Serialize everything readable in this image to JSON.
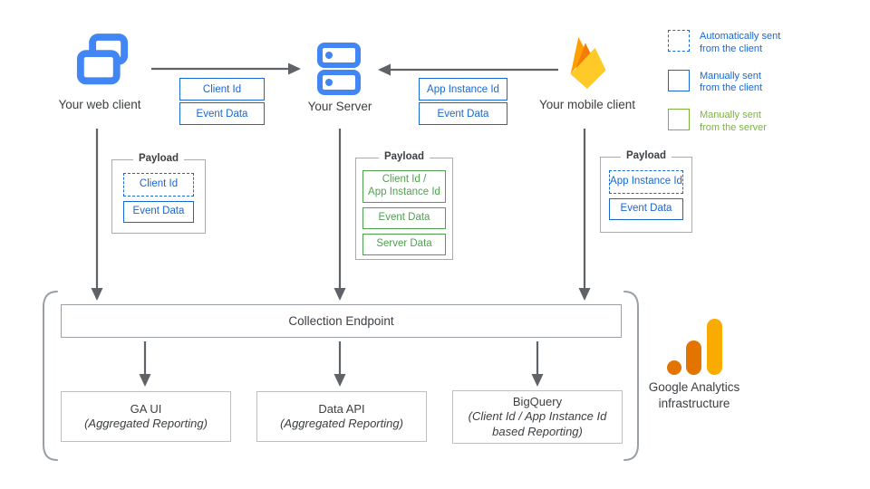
{
  "nodes": {
    "web_client": {
      "label": "Your web client"
    },
    "server": {
      "label": "Your Server"
    },
    "mobile_client": {
      "label": "Your mobile client"
    }
  },
  "edge_tags": {
    "web_to_server": [
      {
        "label": "Client Id",
        "style": "solid-blue"
      },
      {
        "label": "Event Data",
        "style": "solid-blue"
      }
    ],
    "mobile_to_server": [
      {
        "label": "App Instance Id",
        "style": "solid-blue"
      },
      {
        "label": "Event Data",
        "style": "solid-blue"
      }
    ]
  },
  "payloads": [
    {
      "title": "Payload",
      "owner": "web-client",
      "items": [
        {
          "label": "Client Id",
          "style": "dashed-blue"
        },
        {
          "label": "Event Data",
          "style": "solid-blue"
        }
      ]
    },
    {
      "title": "Payload",
      "owner": "server",
      "items": [
        {
          "label": "Client Id /",
          "label2": "App Instance Id",
          "style": "solid-green"
        },
        {
          "label": "Event Data",
          "style": "solid-green"
        },
        {
          "label": "Server Data",
          "style": "solid-green"
        }
      ]
    },
    {
      "title": "Payload",
      "owner": "mobile-client",
      "items": [
        {
          "label": "App Instance Id",
          "style": "dashed-blue"
        },
        {
          "label": "Event Data",
          "style": "solid-blue"
        }
      ]
    }
  ],
  "legend": [
    {
      "swatch": "dashed-blue",
      "line1": "Automatically sent",
      "line2": "from the client"
    },
    {
      "swatch": "solid-blue",
      "line1": "Manually sent",
      "line2": "from the client"
    },
    {
      "swatch": "solid-green",
      "line1": "Manually sent",
      "line2": "from the server"
    }
  ],
  "infrastructure": {
    "endpoint_label": "Collection Endpoint",
    "outputs": [
      {
        "title": "GA UI",
        "subtitle": "(Aggregated Reporting)"
      },
      {
        "title": "Data API",
        "subtitle": "(Aggregated Reporting)"
      },
      {
        "title": "BigQuery",
        "subtitle": "(Client Id / App Instance Id based Reporting)"
      }
    ],
    "brand": {
      "line1": "Google Analytics",
      "line2": "infrastructure"
    }
  },
  "colors": {
    "icon_blue": "#4285F4",
    "box_blue": "#1967D2",
    "box_green": "#4FA14F",
    "legend_green": "#7CB342",
    "arrow_gray": "#5F6368",
    "bracket_gray": "#9AA0A6",
    "firebase_amber": "#FFA000",
    "firebase_orange": "#F57C00",
    "firebase_yellow": "#FFCA28",
    "ga_logo_yellow": "#F9AB00",
    "ga_logo_orange": "#E37400",
    "text_dark": "#3C4043"
  }
}
